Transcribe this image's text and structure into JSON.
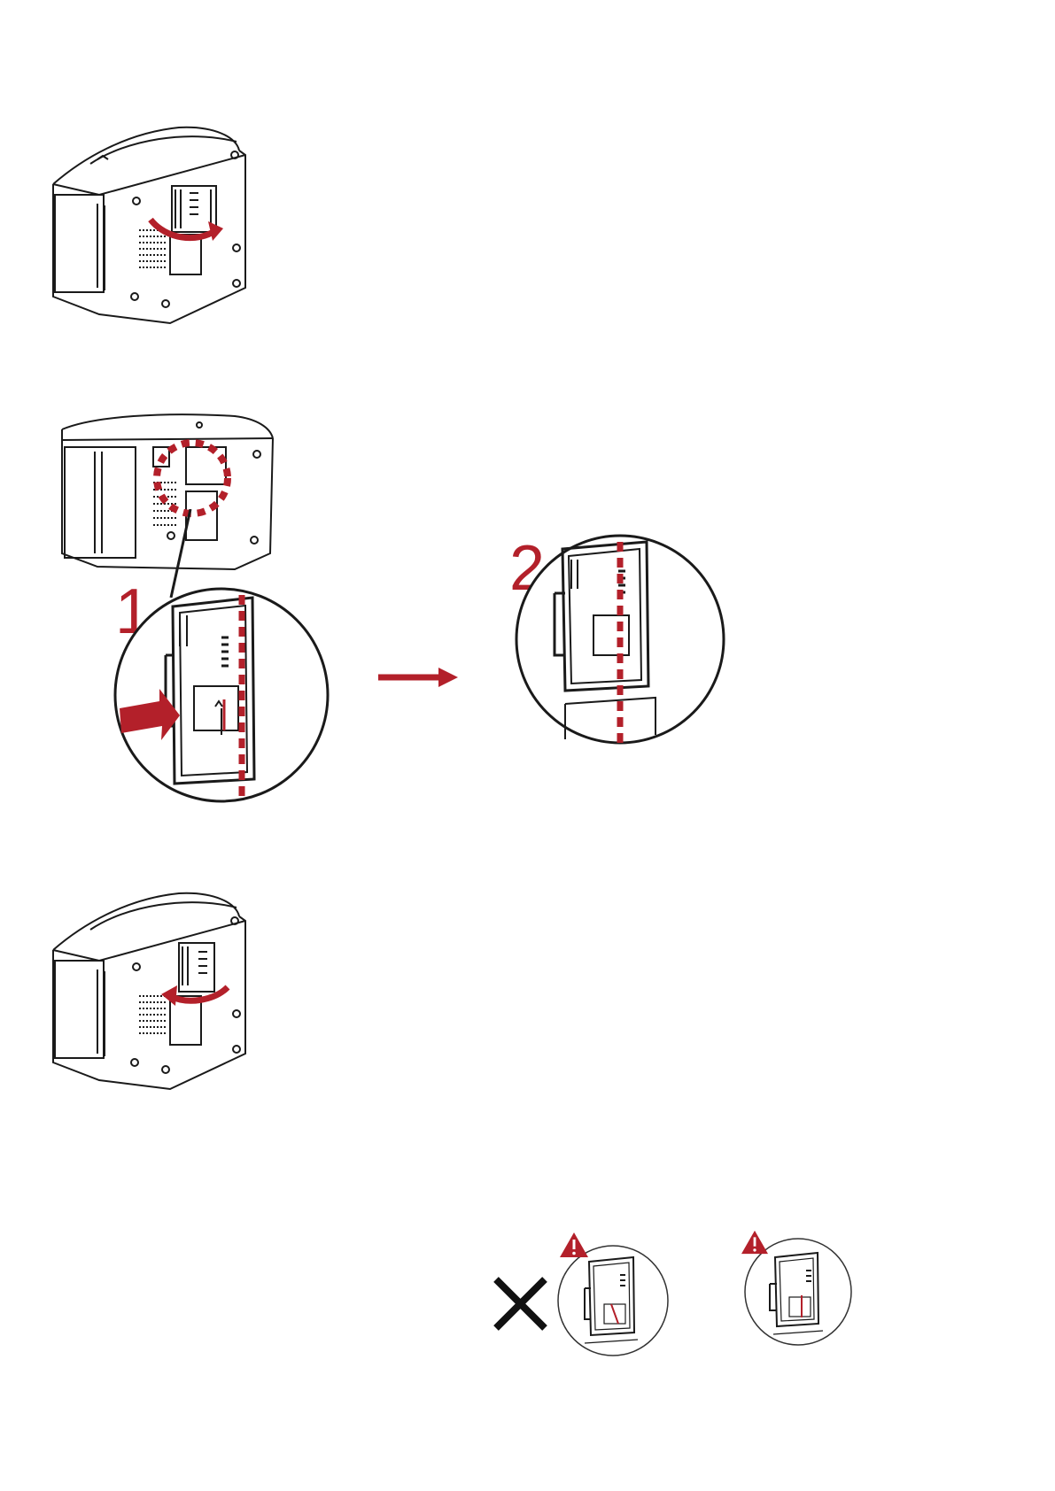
{
  "steps": [
    {
      "id": "open-cover"
    },
    {
      "id": "set-dip-switch",
      "callouts": [
        "1",
        "2"
      ]
    },
    {
      "id": "close-cover"
    }
  ],
  "warnings": [
    {
      "id": "wrong",
      "mark": "cross-icon"
    },
    {
      "id": "correct",
      "mark": "none"
    }
  ],
  "colors": {
    "accent": "#b3202a",
    "line": "#1a1a1a"
  }
}
